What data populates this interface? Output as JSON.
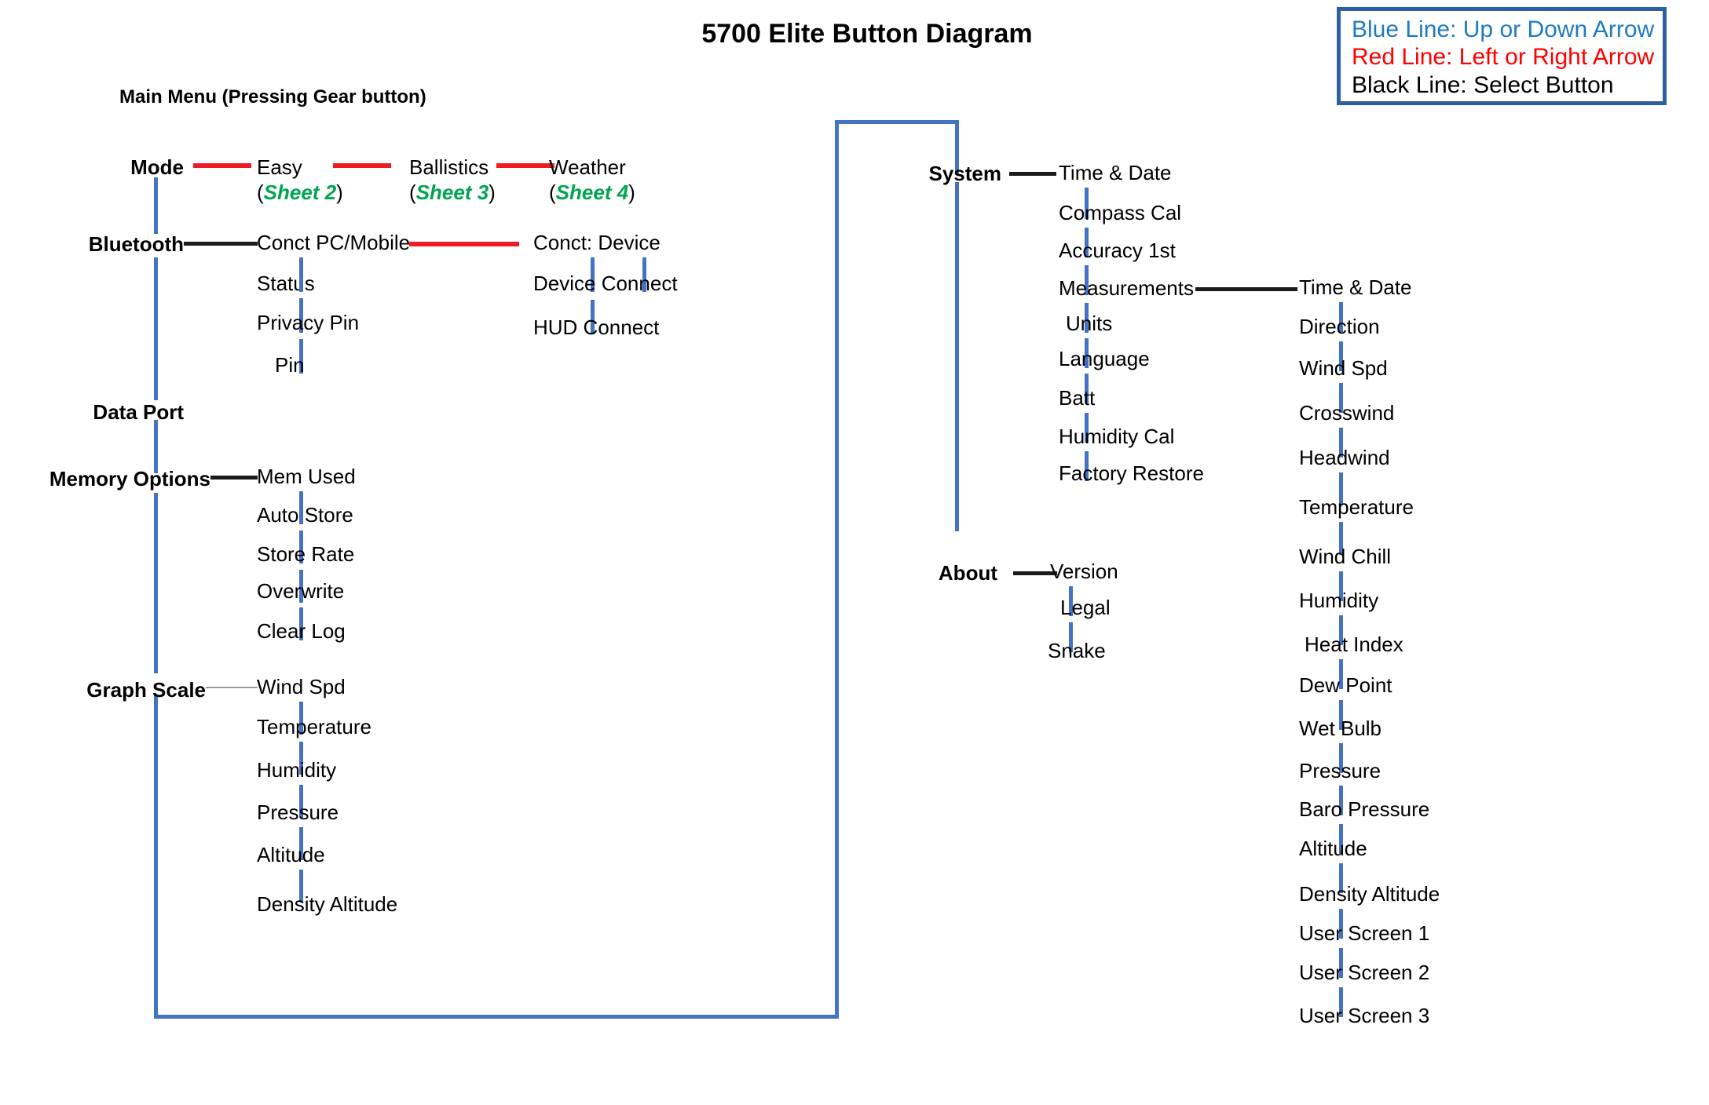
{
  "title": "5700 Elite Button Diagram",
  "section_heading": "Main Menu (Pressing Gear button)",
  "legend": {
    "colors": {
      "blue": "#1F7BC1",
      "red": "#FF0000",
      "black": "#000000",
      "border": "#2E5FA3"
    },
    "rows": [
      {
        "key": "Blue Line:",
        "value": "Up or Down Arrow",
        "color": "blue"
      },
      {
        "key": "Red Line:",
        "value": "Left or Right Arrow",
        "color": "red"
      },
      {
        "key": "Black Line:",
        "value": "Select Button",
        "color": "black"
      }
    ],
    "row0_text": "Blue Line:  Up or Down Arrow",
    "row1_text": "Red Line:  Left or Right Arrow",
    "row2_text": "Black Line:  Select Button"
  },
  "main_menu": {
    "items": [
      {
        "label": "Mode"
      },
      {
        "label": "Bluetooth"
      },
      {
        "label": "Data Port"
      },
      {
        "label": "Memory Options"
      },
      {
        "label": "Graph Scale"
      }
    ]
  },
  "mode_row": {
    "easy": "Easy",
    "easy_sheet_open": "(",
    "easy_sheet": "Sheet 2",
    "easy_sheet_close": ")",
    "ballistics": "Ballistics",
    "ballistics_sheet_open": "(",
    "ballistics_sheet": "Sheet 3",
    "ballistics_sheet_close": ")",
    "weather": "Weather",
    "weather_sheet_open": "(",
    "weather_sheet": "Sheet 4",
    "weather_sheet_close": ")"
  },
  "bluetooth_submenu": [
    "Conct PC/Mobile",
    "Status",
    "Privacy Pin",
    "Pin"
  ],
  "bluetooth_device_submenu": [
    "Conct:  Device",
    "Device Connect",
    "HUD Connect"
  ],
  "memory_submenu": [
    "Mem Used",
    "Auto Store",
    "Store Rate",
    "Overwrite",
    "Clear Log"
  ],
  "graph_scale_submenu": [
    "Wind Spd",
    "Temperature",
    "Humidity",
    "Pressure",
    "Altitude",
    "Density Altitude"
  ],
  "system": {
    "label": "System",
    "submenu": [
      "Time & Date",
      "Compass Cal",
      "Accuracy 1st",
      "Measurements",
      "Units",
      "Language",
      "Batt",
      "Humidity Cal",
      "Factory Restore"
    ]
  },
  "about": {
    "label": "About",
    "submenu": [
      "Version",
      "Legal",
      "Snake"
    ]
  },
  "measurements_submenu": [
    "Time & Date",
    "Direction",
    "Wind Spd",
    "Crosswind",
    "Headwind",
    "Temperature",
    "Wind Chill",
    "Humidity",
    "Heat Index",
    "Dew Point",
    "Wet Bulb",
    "Pressure",
    "Baro Pressure",
    "Altitude",
    "Density Altitude",
    "User Screen 1",
    "User Screen 2",
    "User Screen 3"
  ]
}
